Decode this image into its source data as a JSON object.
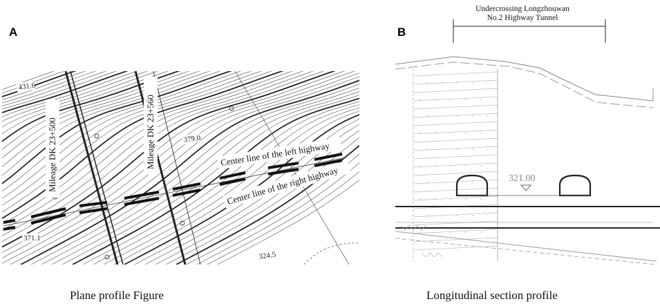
{
  "panel_a": {
    "letter": "A",
    "caption": "Plane profile Figure",
    "mileage_left": "Mileage DK 23+500",
    "mileage_right": "Mileage DK 23+560",
    "left_highway_label": "Center line of the left highway",
    "right_highway_label": "Center line of the right highway",
    "contour_labels": [
      "431.6",
      "379.0",
      "371.1",
      "324.5"
    ]
  },
  "panel_b": {
    "letter": "B",
    "caption": "Longitudinal section profile",
    "tunnel_title_line1": "Undercrossing Longzhouwan",
    "tunnel_title_line2": "No.2 Highway Tunnel",
    "elevation_label": "321.00"
  },
  "colors": {
    "line": "#222222",
    "contour": "#555555",
    "dashed": "#777777",
    "elevation_text": "#888888"
  }
}
